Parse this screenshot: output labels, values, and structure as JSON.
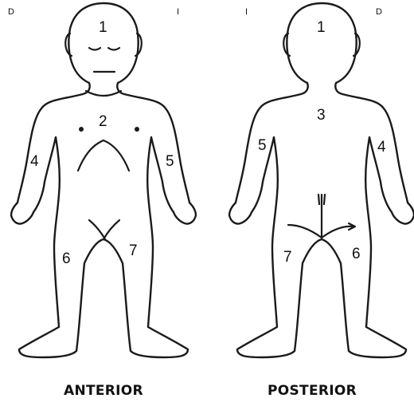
{
  "views": [
    {
      "label": "ANTERIOR",
      "side_marks": [
        "D",
        "I"
      ],
      "regions": [
        "1",
        "2",
        "4",
        "5",
        "6",
        "7"
      ]
    },
    {
      "label": "POSTERIOR",
      "side_marks": [
        "I",
        "D"
      ],
      "regions": [
        "1",
        "3",
        "5",
        "4",
        "7",
        "6"
      ]
    }
  ]
}
